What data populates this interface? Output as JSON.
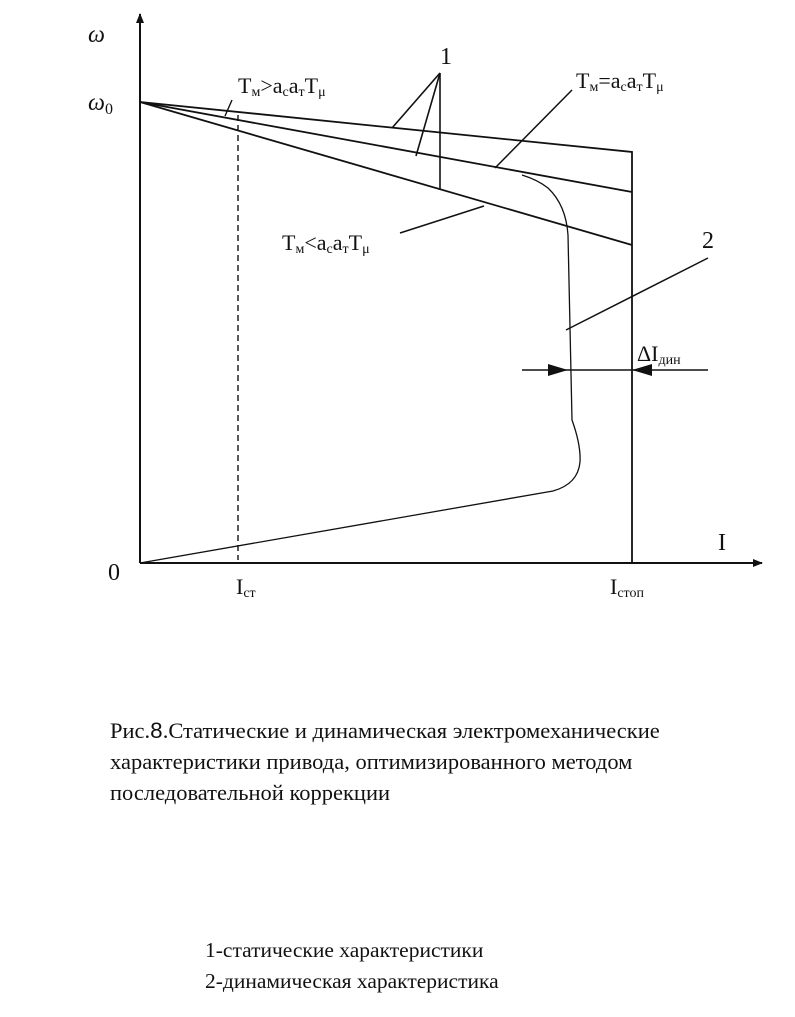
{
  "diagram": {
    "axis_y_label": "ω",
    "omega0_label": "ω",
    "omega0_sub": "0",
    "origin_label": "0",
    "axis_x_label": "I",
    "i_st_label": "I",
    "i_st_sub": "ст",
    "i_stop_label": "I",
    "i_stop_sub": "стоп",
    "label_1": "1",
    "label_2": "2",
    "delta_label": "ΔI",
    "delta_sub": "дин",
    "eq_gt": {
      "t": "T",
      "m": "м",
      "op": ">",
      "a": "a",
      "c": "c",
      "a2": "a",
      "tau": "т",
      "t2": "T",
      "mu": "μ"
    },
    "eq_eq": {
      "t": "T",
      "m": "м",
      "op": "=",
      "a": "a",
      "c": "c",
      "a2": "a",
      "tau": "т",
      "t2": "T",
      "mu": "μ"
    },
    "eq_lt": {
      "t": "T",
      "m": "м",
      "op": "<",
      "a": "a",
      "c": "c",
      "a2": "a",
      "tau": "т",
      "t2": "T",
      "mu": "μ"
    }
  },
  "caption": {
    "prefix": "Рис.",
    "number": "8",
    "text": ".Статические и динамическая электромеханические характеристики привода, оптимизированного методом последовательной коррекции"
  },
  "legend": {
    "item1": "1-статические характеристики",
    "item2": "2-динамическая характеристика"
  }
}
